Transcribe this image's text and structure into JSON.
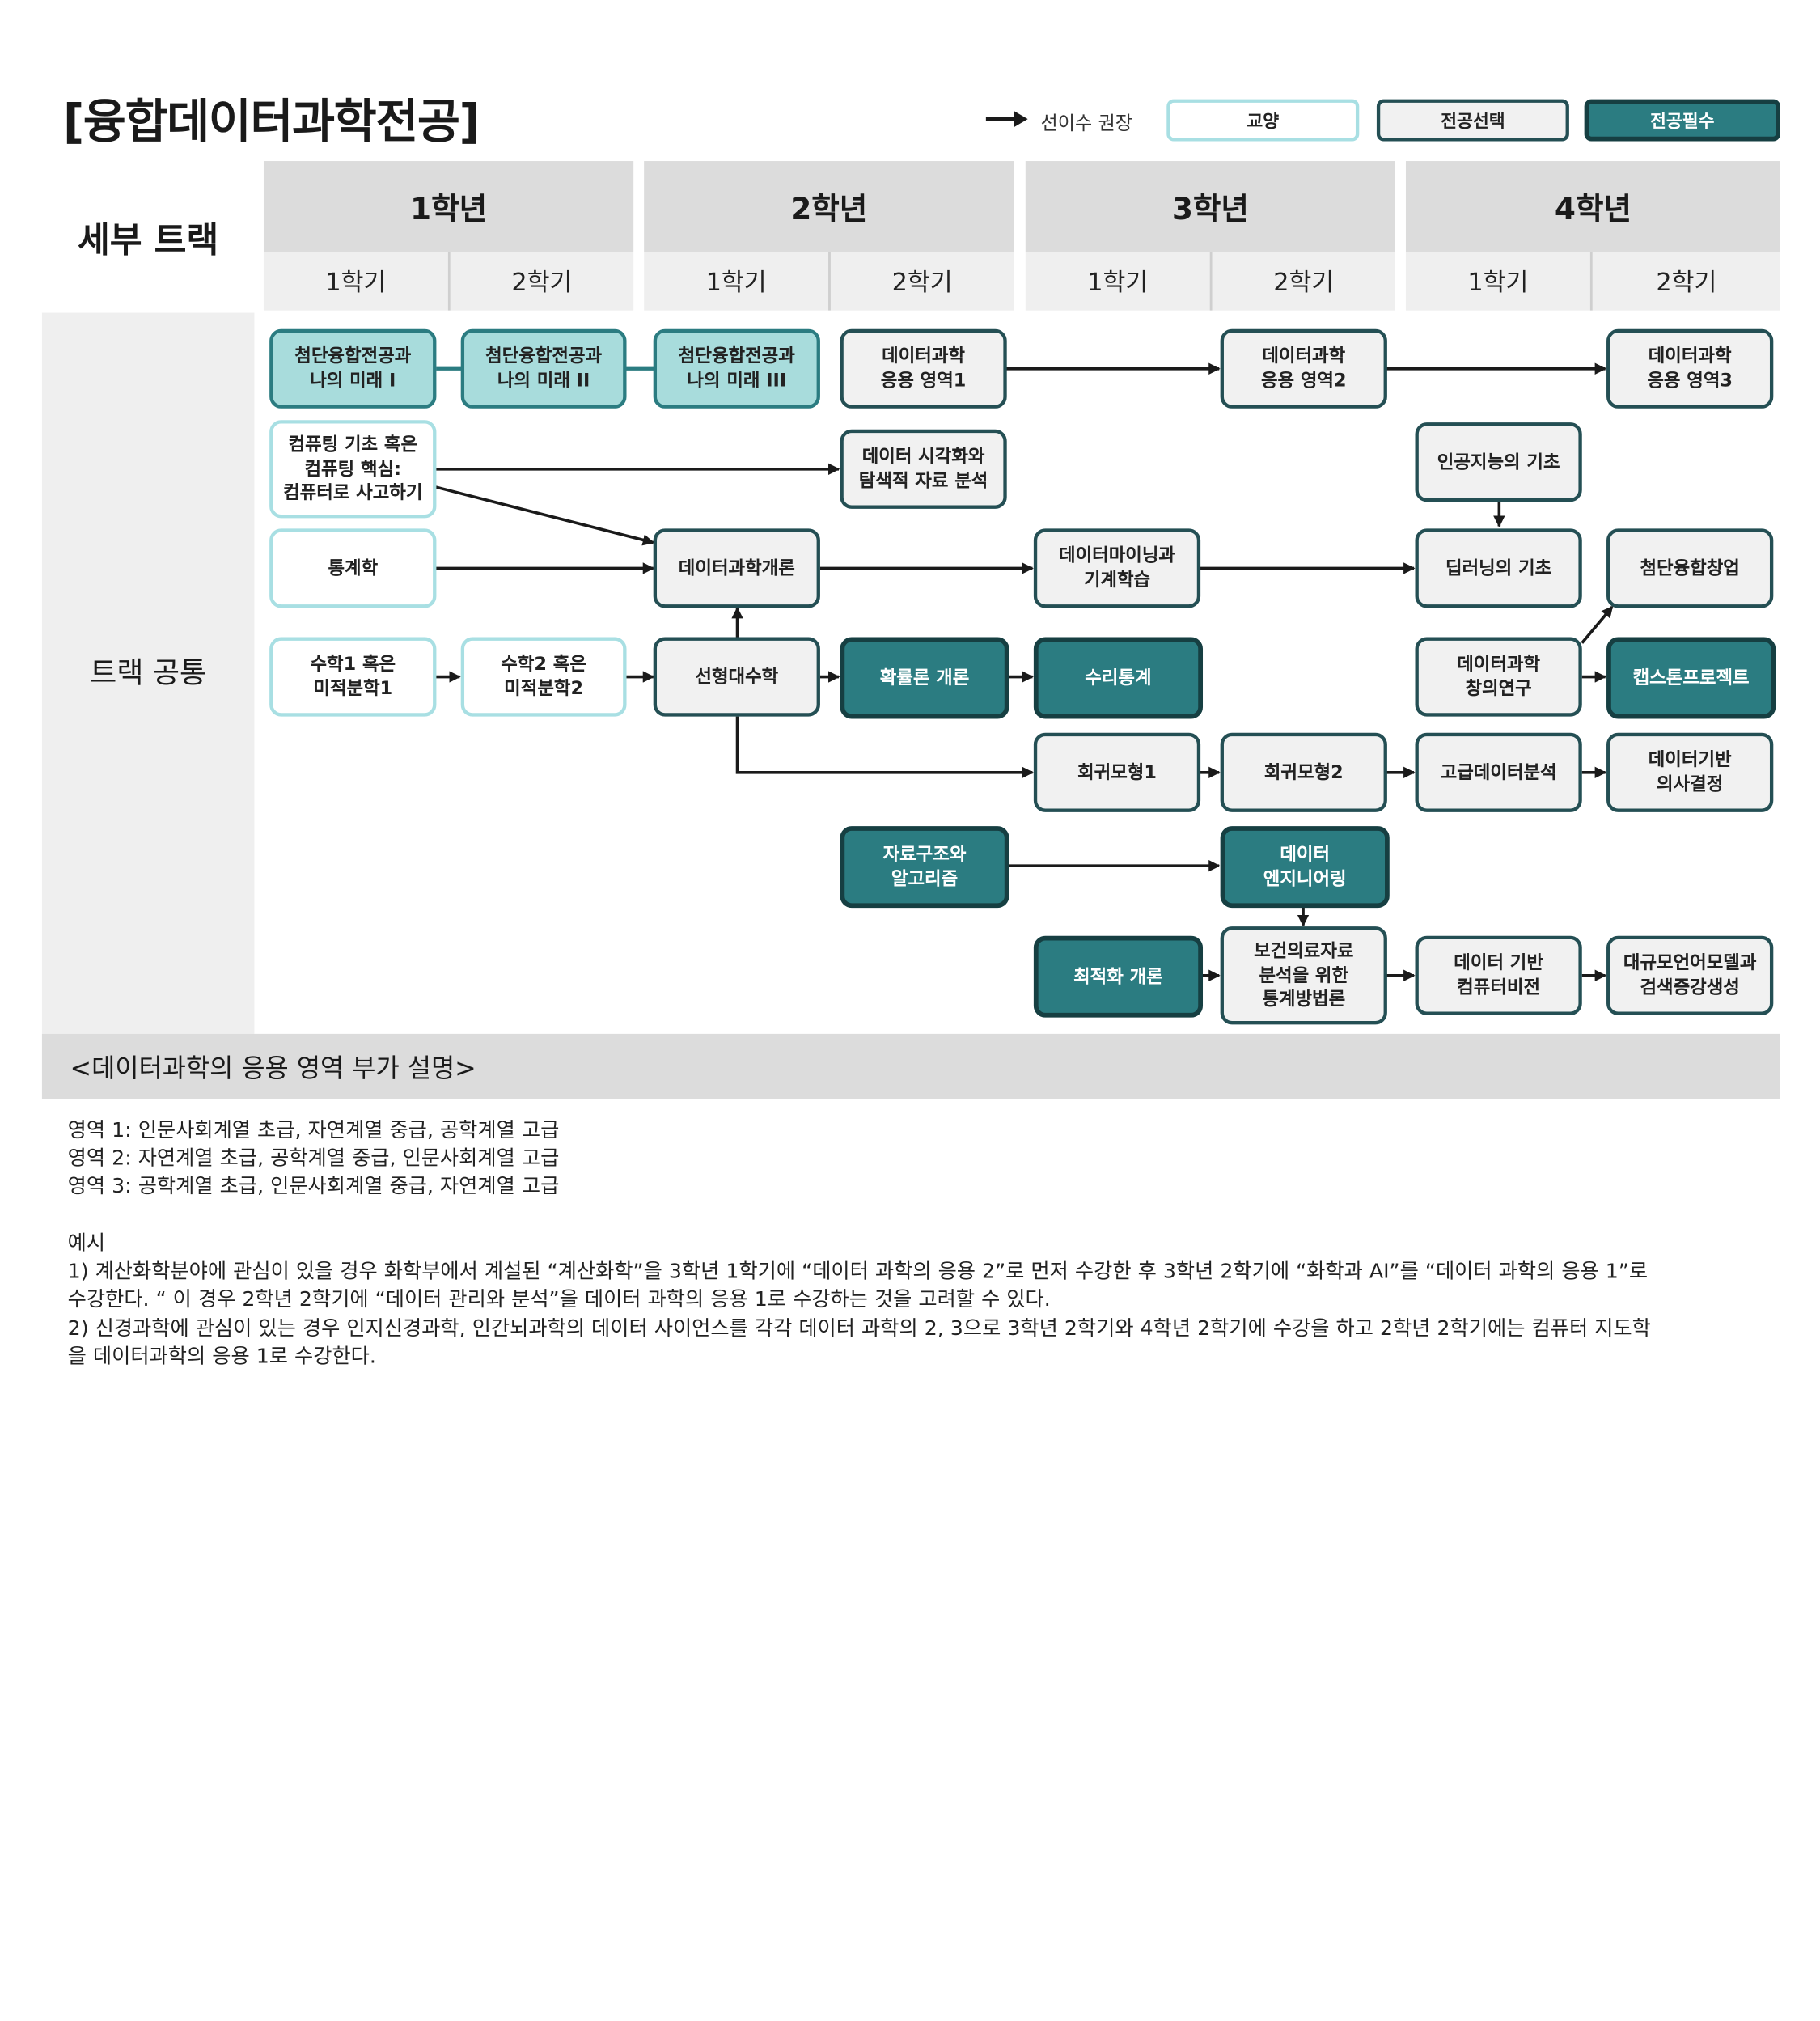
{
  "title": "[융합데이터과학전공]",
  "legend": {
    "arrow_label": "선이수 권장",
    "gyoyang": "교양",
    "jeongong_seontaek": "전공선택",
    "jeongong_pilsu": "전공필수"
  },
  "header": {
    "track_title": "세부 트랙",
    "years": [
      "1학년",
      "2학년",
      "3학년",
      "4학년"
    ],
    "semesters": [
      "1학기",
      "2학기",
      "1학기",
      "2학기",
      "1학기",
      "2학기",
      "1학기",
      "2학기"
    ]
  },
  "track_label": "트랙 공통",
  "colors": {
    "gyoyang_border": "#a8dfe3",
    "jeongong_seontaek_border": "#244f54",
    "jeongong_pilsu_fill": "#2b7c81",
    "teal_fill": "#a8dcdc",
    "header_gray": "#dcdcdc"
  },
  "nodes": {
    "n1": "첨단융합전공과\n나의 미래 I",
    "n2": "첨단융합전공과\n나의 미래 II",
    "n3": "첨단융합전공과\n나의 미래 III",
    "n4": "데이터과학\n응용 영역1",
    "n5": "데이터과학\n응용 영역2",
    "n6": "데이터과학\n응용 영역3",
    "n7": "컴퓨팅 기초 혹은\n컴퓨팅 핵심:\n컴퓨터로 사고하기",
    "n8": "데이터 시각화와\n탐색적 자료 분석",
    "n9": "인공지능의 기초",
    "n10": "통계학",
    "n11": "데이터과학개론",
    "n12": "데이터마이닝과\n기계학습",
    "n13": "딥러닝의 기초",
    "n14": "첨단융합창업",
    "n15": "수학1 혹은\n미적분학1",
    "n16": "수학2 혹은\n미적분학2",
    "n17": "선형대수학",
    "n18": "확률론 개론",
    "n19": "수리통계",
    "n20": "데이터과학\n창의연구",
    "n21": "캡스톤프로젝트",
    "n22": "회귀모형1",
    "n23": "회귀모형2",
    "n24": "고급데이터분석",
    "n25": "데이터기반\n의사결정",
    "n26": "자료구조와\n알고리즘",
    "n27": "데이터\n엔지니어링",
    "n28": "최적화 개론",
    "n29": "보건의료자료\n분석을 위한\n통계방법론",
    "n30": "데이터 기반\n컴퓨터비전",
    "n31": "대규모언어모델과\n검색증강생성"
  },
  "notes": {
    "heading": "<데이터과학의 응용 영역 부가 설명>",
    "areas": [
      "영역 1: 인문사회계열 초급, 자연계열 중급, 공학계열 고급",
      "영역 2: 자연계열 초급, 공학계열 중급, 인문사회계열 고급",
      "영역 3: 공학계열 초급, 인문사회계열 중급, 자연계열 고급"
    ],
    "example_label": "예시",
    "examples": [
      "1) 계산화학분야에 관심이 있을 경우 화학부에서 계설된 “계산화학”을 3학년 1학기에 “데이터 과학의 응용 2”로 먼저 수강한 후 3학년 2학기에 “화학과 AI”를 “데이터 과학의 응용 1”로",
      "수강한다. “ 이 경우 2학년 2학기에 “데이터 관리와 분석”을 데이터 과학의 응용 1로 수강하는 것을 고려할 수 있다.",
      "2) 신경과학에 관심이 있는 경우 인지신경과학, 인간뇌과학의 데이터 사이언스를 각각 데이터 과학의 2, 3으로 3학년 2학기와 4학년 2학기에 수강을 하고 2학년 2학기에는 컴퓨터 지도학",
      "을 데이터과학의 응용 1로 수강한다."
    ]
  }
}
